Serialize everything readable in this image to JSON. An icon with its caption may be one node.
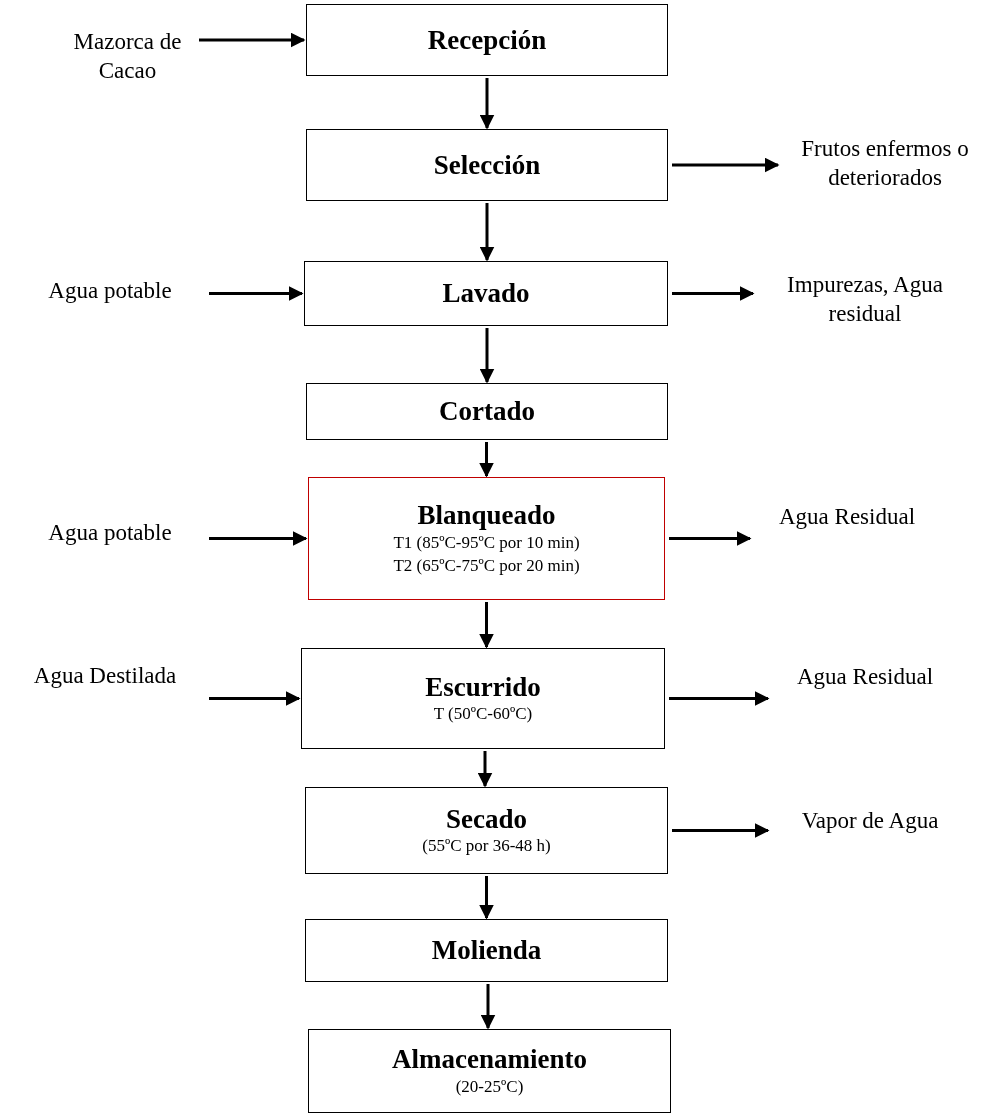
{
  "diagram": {
    "nodes": [
      {
        "text": [
          "Recepción"
        ]
      },
      {
        "text": [
          "Selección"
        ]
      },
      {
        "text": [
          "Lavado"
        ]
      },
      {
        "text": [
          "Cortado"
        ]
      },
      {
        "text": [
          "Blanqueado",
          "T1 (85ºC-95ºC por 10 min)",
          "T2 (65ºC-75ºC por 20 min)"
        ]
      },
      {
        "text": [
          "Escurrido",
          "T (50ºC-60ºC)"
        ]
      },
      {
        "text": [
          "Secado",
          "(55ºC por 36-48 h)"
        ]
      },
      {
        "text": [
          "Molienda"
        ]
      },
      {
        "text": [
          "Almacenamiento",
          "(20-25ºC)"
        ]
      },
      {
        "text": [
          "Mazorca de Cacao"
        ]
      },
      {
        "text": [
          "Frutos enfermos o deteriorados"
        ]
      },
      {
        "text": [
          "Agua potable"
        ]
      },
      {
        "text": [
          "Impurezas, Agua residual"
        ]
      },
      {
        "text": [
          "Agua potable"
        ]
      },
      {
        "text": [
          "Agua Residual"
        ]
      },
      {
        "text": [
          "Agua Destilada"
        ]
      },
      {
        "text": [
          "Agua Residual"
        ]
      },
      {
        "text": [
          "Vapor de Agua"
        ]
      }
    ],
    "edges": [
      {
        "from": 9,
        "to": 0,
        "arrow": "to"
      },
      {
        "from": 0,
        "to": 1,
        "arrow": "to"
      },
      {
        "from": 1,
        "to": 10,
        "arrow": "to"
      },
      {
        "from": 1,
        "to": 2,
        "arrow": "to"
      },
      {
        "from": 11,
        "to": 2,
        "arrow": "to"
      },
      {
        "from": 2,
        "to": 12,
        "arrow": "to"
      },
      {
        "from": 2,
        "to": 3,
        "arrow": "to"
      },
      {
        "from": 3,
        "to": 4,
        "arrow": "to"
      },
      {
        "from": 13,
        "to": 4,
        "arrow": "to"
      },
      {
        "from": 4,
        "to": 14,
        "arrow": "to"
      },
      {
        "from": 4,
        "to": 5,
        "arrow": "to"
      },
      {
        "from": 15,
        "to": 5,
        "arrow": "to"
      },
      {
        "from": 5,
        "to": 16,
        "arrow": "to"
      },
      {
        "from": 5,
        "to": 6,
        "arrow": "to"
      },
      {
        "from": 6,
        "to": 17,
        "arrow": "to"
      },
      {
        "from": 6,
        "to": 7,
        "arrow": "to"
      },
      {
        "from": 7,
        "to": 8,
        "arrow": "to"
      }
    ]
  }
}
